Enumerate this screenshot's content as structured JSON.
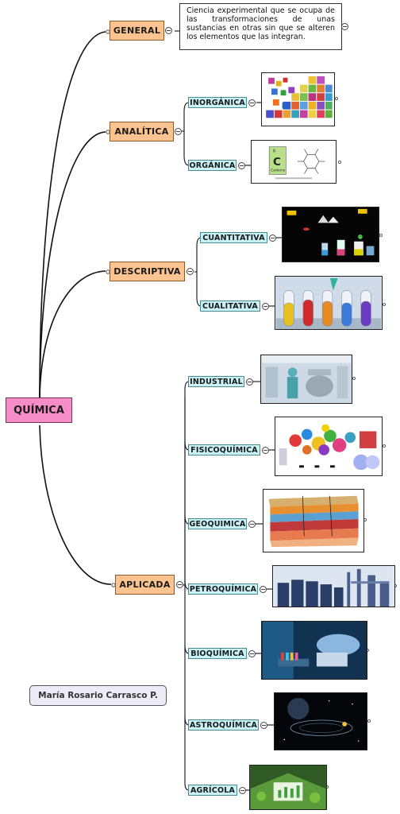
{
  "root": {
    "label": "QUÍMICA"
  },
  "general": {
    "label": "GENERAL",
    "description": "Ciencia experimental que se ocupa de las transformaciones de unas sustancias en otras sin que se alteren los elementos que las integran."
  },
  "analitica": {
    "label": "ANALÍTICA",
    "children": [
      {
        "label": "INORGÁNICA",
        "image": "periodic-elements-image"
      },
      {
        "label": "ORGÁNICA",
        "image": "carbon-benzene-image"
      }
    ]
  },
  "descriptiva": {
    "label": "DESCRIPTIVA",
    "children": [
      {
        "label": "CUANTITATIVA",
        "image": "lab-flasks-dark-image"
      },
      {
        "label": "CUALITATIVA",
        "image": "colored-test-tubes-image"
      }
    ]
  },
  "aplicada": {
    "label": "APLICADA",
    "children": [
      {
        "label": "INDUSTRIAL",
        "image": "industrial-lab-image"
      },
      {
        "label": "FISICOQUÍMICA",
        "image": "physicochemistry-collage-image"
      },
      {
        "label": "GEOQUIMICA",
        "image": "earth-strata-image"
      },
      {
        "label": "PETROQUÍMICA",
        "image": "refinery-tanks-image"
      },
      {
        "label": "BIOQUÍMICA",
        "image": "biochem-lab-image"
      },
      {
        "label": "ASTROQUÍMICA",
        "image": "galaxy-image"
      },
      {
        "label": "AGRÍCOLA",
        "image": "greenhouse-image"
      }
    ]
  },
  "author": "María Rosario Carrasco P.",
  "image_text": {
    "carbon_symbol": "C",
    "carbon_name": "Carbono",
    "carbon_number": "6"
  },
  "colors": {
    "root": "#f78dc7",
    "main": "#fbc38f",
    "sub": "#c9f2f6",
    "author": "#ecebf7"
  }
}
